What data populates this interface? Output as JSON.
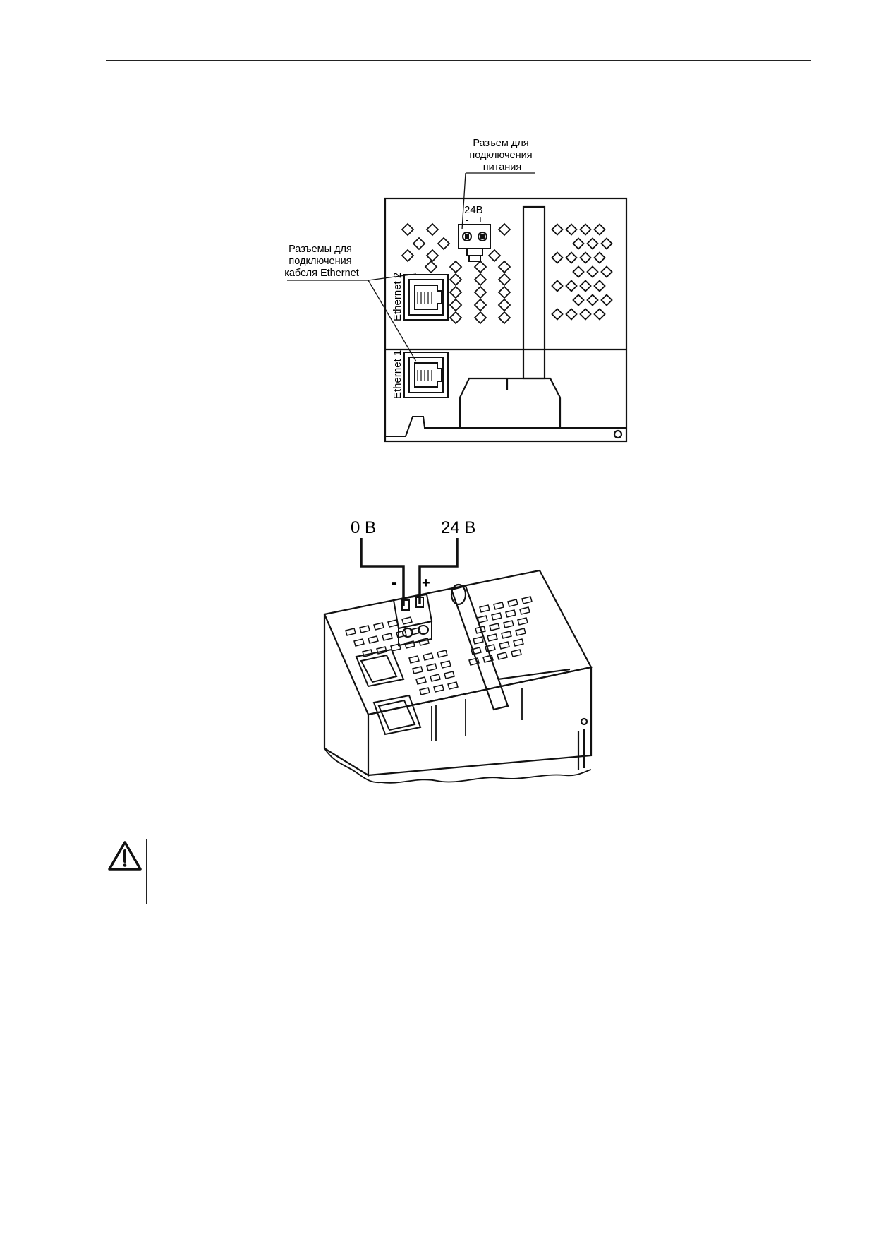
{
  "figure1": {
    "power_label": [
      "Разъем для",
      "подключения",
      "питания"
    ],
    "voltage_label": "24В",
    "minus": "-",
    "plus": "+",
    "ethernet_label": [
      "Разъемы для",
      "подключения",
      "кабеля Ethernet"
    ],
    "port2_label": "Ethernet 2",
    "port1_label": "Ethernet 1"
  },
  "figure2": {
    "wire_0v": "0 В",
    "wire_24v": "24 В",
    "minus": "-",
    "plus": "+"
  },
  "warning": {
    "icon": "warning-triangle-icon"
  }
}
